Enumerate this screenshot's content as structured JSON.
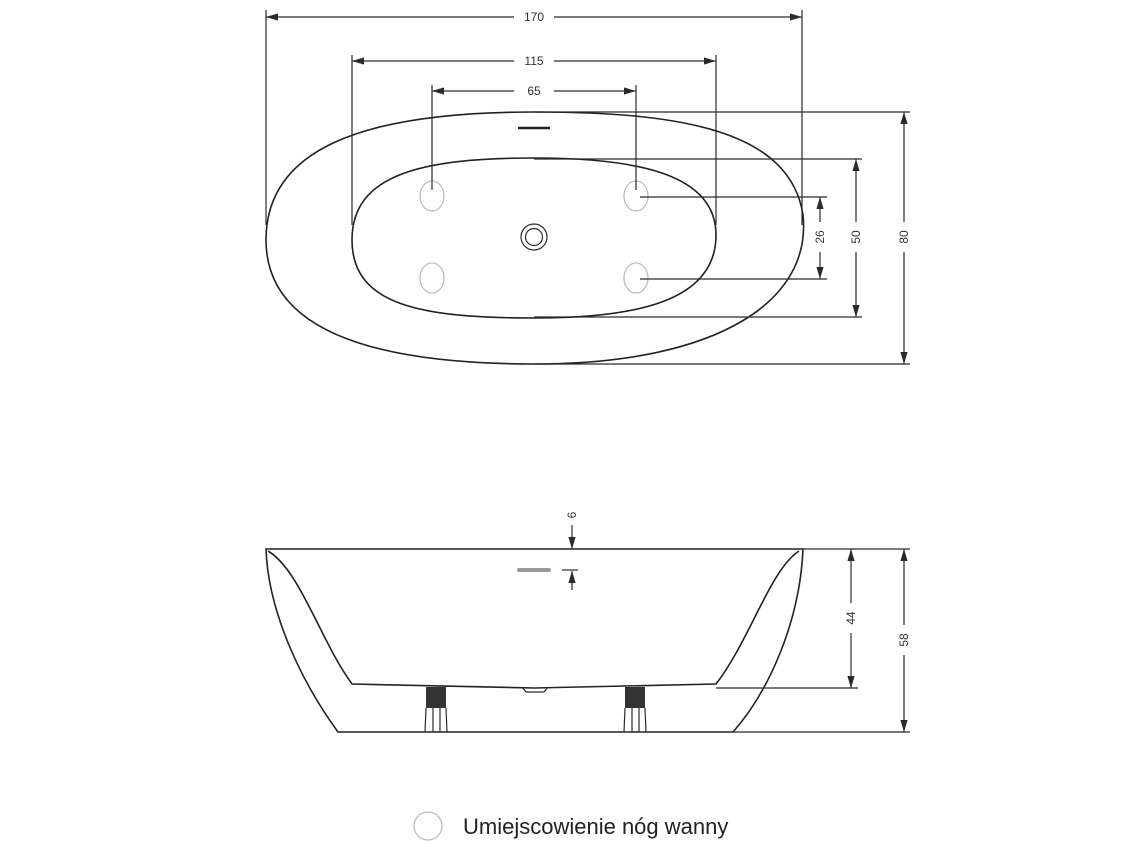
{
  "top_view": {
    "dimensions": {
      "overall_length": "170",
      "basin_length": "115",
      "feet_spacing_length": "65",
      "feet_spacing_width": "26",
      "basin_width": "50",
      "overall_width": "80"
    }
  },
  "side_view": {
    "dimensions": {
      "overflow_offset": "6",
      "inner_depth": "44",
      "overall_height": "58"
    }
  },
  "legend": {
    "label": "Umiejscowienie nóg wanny"
  },
  "colors": {
    "line": "#222222",
    "feet_marker": "#bdbdbd",
    "leg": "#333333"
  }
}
